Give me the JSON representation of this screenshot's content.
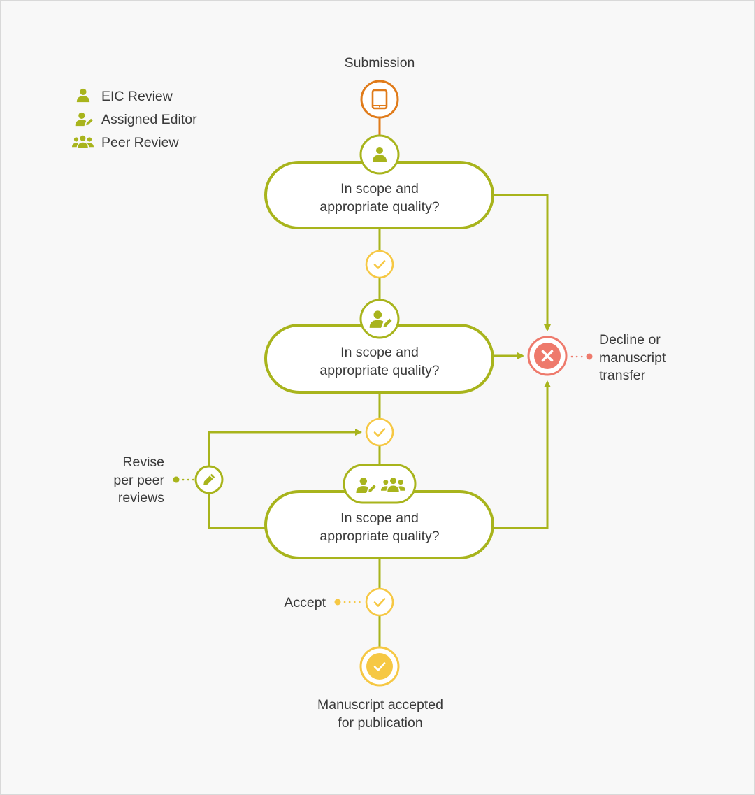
{
  "legend": [
    {
      "icon": "person-icon",
      "label": "EIC Review"
    },
    {
      "icon": "person-edit-icon",
      "label": "Assigned Editor"
    },
    {
      "icon": "people-icon",
      "label": "Peer Review"
    }
  ],
  "nodes": {
    "submission": {
      "label": "Submission",
      "icon": "tablet-icon"
    },
    "step1": {
      "line1": "In scope and",
      "line2": "appropriate quality?",
      "reviewer_icons": [
        "person-icon"
      ]
    },
    "step2": {
      "line1": "In scope and",
      "line2": "appropriate quality?",
      "reviewer_icons": [
        "person-edit-icon"
      ]
    },
    "step3": {
      "line1": "In scope and",
      "line2": "appropriate quality?",
      "reviewer_icons": [
        "person-edit-icon",
        "people-icon"
      ]
    },
    "decline": {
      "line1": "Decline or",
      "line2": "manuscript",
      "line3": "transfer",
      "icon": "close-icon"
    },
    "revise": {
      "line1": "Revise",
      "line2": "per peer",
      "line3": "reviews",
      "icon": "pencil-icon"
    },
    "accept": {
      "label": "Accept",
      "icon": "check-icon"
    },
    "accepted": {
      "line1": "Manuscript accepted",
      "line2": "for publication",
      "icon": "check-icon"
    }
  },
  "colors": {
    "olive": "#a8b41c",
    "orange": "#e07b1a",
    "yellow": "#f6c844",
    "red": "#ee7a6c",
    "background": "#f8f8f8"
  }
}
